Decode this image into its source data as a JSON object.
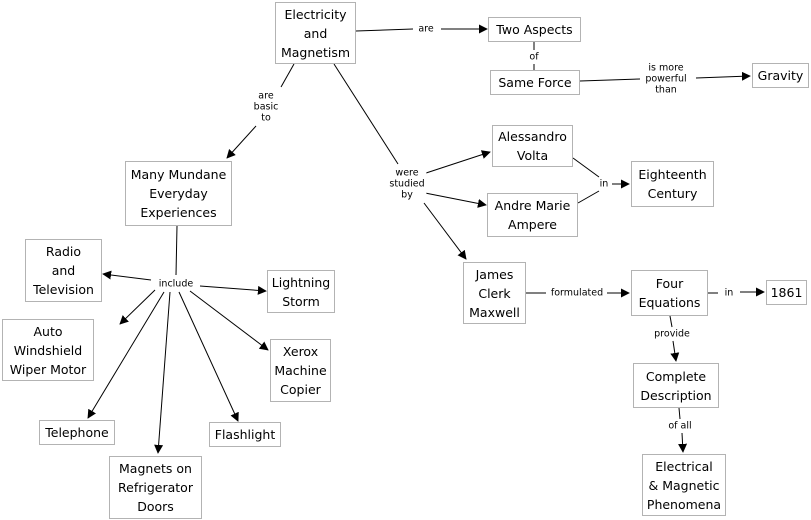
{
  "concepts": {
    "electricity": "Electricity\nand\nMagnetism",
    "two_aspects": "Two Aspects",
    "same_force": "Same Force",
    "gravity": "Gravity",
    "mundane": "Many Mundane\nEveryday\nExperiences",
    "volta": "Alessandro\nVolta",
    "ampere": "Andre Marie\nAmpere",
    "eighteenth": "Eighteenth\nCentury",
    "radio": "Radio\nand\nTelevision",
    "lightning": "Lightning\nStorm",
    "wiper": "Auto\nWindshield\nWiper Motor",
    "xerox": "Xerox\nMachine\nCopier",
    "telephone": "Telephone",
    "flashlight": "Flashlight",
    "magnets": "Magnets on\nRefrigerator\nDoors",
    "maxwell": "James\nClerk\nMaxwell",
    "equations": "Four\nEquations",
    "year": "1861",
    "complete": "Complete\nDescription",
    "phenomena": "Electrical\n& Magnetic\nPhenomena"
  },
  "links": {
    "are": "are",
    "of": "of",
    "more_powerful": "is more\npowerful\nthan",
    "basic_to": "are\nbasic\nto",
    "studied_by": "were\nstudied\nby",
    "in_century": "in",
    "include": "include",
    "formulated": "formulated",
    "in_year": "in",
    "provide": "provide",
    "of_all": "of all"
  }
}
